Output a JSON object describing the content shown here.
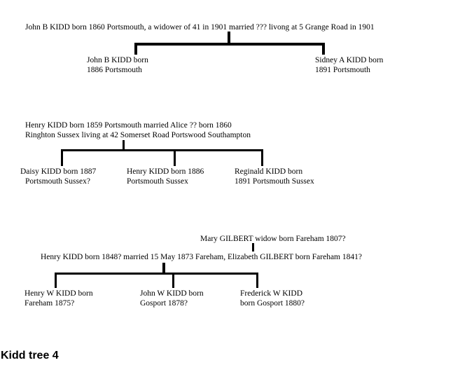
{
  "families": [
    {
      "parent": "John B KIDD born 1860 Portsmouth, a widower of 41 in 1901 married ??? livong at 5 Grange Road in 1901",
      "children": [
        {
          "line1": "John B KIDD born",
          "line2": "1886 Portsmouth"
        },
        {
          "line1": "Sidney A KIDD born",
          "line2": "1891 Portsmouth"
        }
      ]
    },
    {
      "parent_line1": "Henry KIDD born 1859 Portsmouth  married Alice ?? born 1860",
      "parent_line2": "Ringhton Sussex living at 42 Somerset Road Portswood Southampton",
      "children": [
        {
          "line1": "Daisy KIDD born 1887",
          "line2": "Portsmouth Sussex?"
        },
        {
          "line1": "Henry KIDD born 1886",
          "line2": "Portsmouth Sussex"
        },
        {
          "line1": "Reginald KIDD born",
          "line2": "1891 Portsmouth Sussex"
        }
      ]
    },
    {
      "grandparent": "Mary GILBERT widow born Fareham 1807?",
      "parent": "Henry KIDD born 1848? married 15 May 1873 Fareham, Elizabeth GILBERT born Fareham 1841?",
      "children": [
        {
          "line1": "Henry W KIDD born",
          "line2": "Fareham 1875?"
        },
        {
          "line1": "John W KIDD born",
          "line2": "Gosport 1878?"
        },
        {
          "line1": "Frederick W KIDD",
          "line2": "born Gosport 1880?"
        }
      ]
    }
  ],
  "caption": "Kidd tree 4"
}
